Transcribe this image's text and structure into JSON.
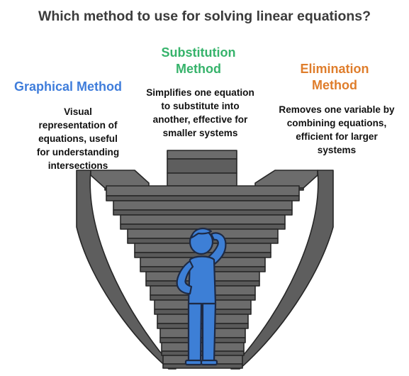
{
  "title": "Which method to use for solving linear equations?",
  "colors": {
    "graphical": "#3f7ddb",
    "substitution": "#36b36b",
    "elimination": "#df7d2b",
    "stairs_fill": "#6a6a6a",
    "stairs_line": "#262626",
    "person_fill": "#3d7fd6"
  },
  "methods": [
    {
      "name": "Graphical Method",
      "description": [
        "Visual",
        "representation of",
        "equations, useful",
        "for understanding",
        "intersections"
      ]
    },
    {
      "name": "Substitution Method",
      "name_lines": [
        "Substitution",
        "Method"
      ],
      "description": [
        "Simplifies one equation",
        "to substitute into",
        "another, effective for",
        "smaller systems"
      ]
    },
    {
      "name": "Elimination Method",
      "name_lines": [
        "Elimination",
        "Method"
      ],
      "description": [
        "Removes one variable by",
        "combining equations,",
        "efficient for larger",
        "systems"
      ]
    }
  ],
  "icons": {
    "stairs": "staircase-funnel-icon",
    "person": "thinking-person-icon"
  }
}
